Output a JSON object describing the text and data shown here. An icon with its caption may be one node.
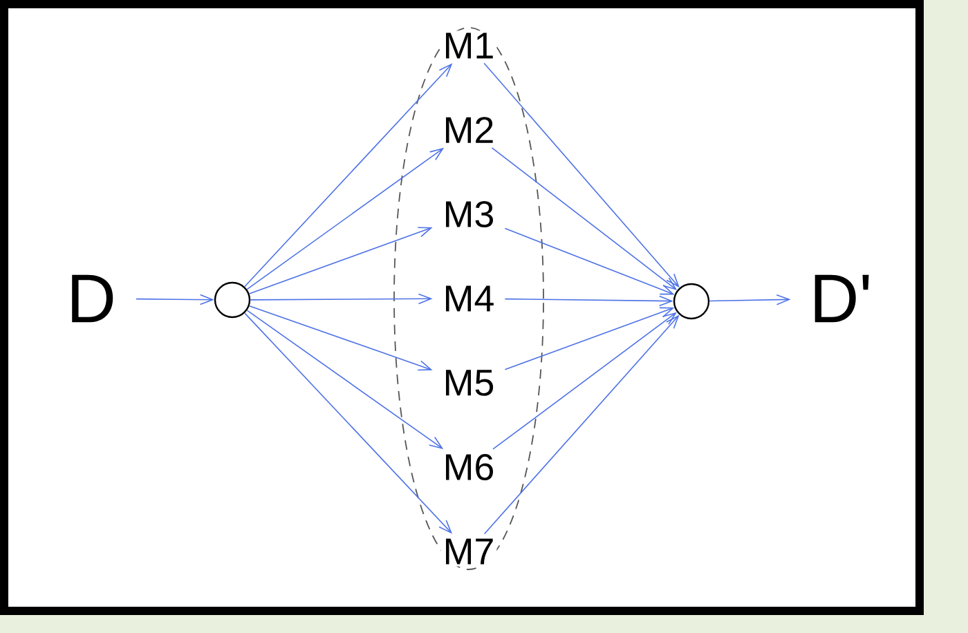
{
  "diagram": {
    "nodes": [
      {
        "text": [
          "D"
        ]
      },
      {
        "text": [],
        "shape": "circle"
      },
      {
        "text": [],
        "shape": "ellipse"
      },
      {
        "text": [
          "M1"
        ],
        "in": 2
      },
      {
        "text": [
          "M2"
        ],
        "in": 2
      },
      {
        "text": [
          "M3"
        ],
        "in": 2
      },
      {
        "text": [
          "M4"
        ],
        "in": 2
      },
      {
        "text": [
          "M5"
        ],
        "in": 2
      },
      {
        "text": [
          "M6"
        ],
        "in": 2
      },
      {
        "text": [
          "M7"
        ],
        "in": 2
      },
      {
        "text": [],
        "shape": "circle"
      },
      {
        "text": [
          "D'"
        ]
      }
    ],
    "edges": [
      {
        "from": 0,
        "to": 1,
        "arrow": "to"
      },
      {
        "from": 1,
        "to": 3,
        "arrow": "to"
      },
      {
        "from": 1,
        "to": 4,
        "arrow": "to"
      },
      {
        "from": 1,
        "to": 5,
        "arrow": "to"
      },
      {
        "from": 1,
        "to": 6,
        "arrow": "to"
      },
      {
        "from": 1,
        "to": 7,
        "arrow": "to"
      },
      {
        "from": 1,
        "to": 8,
        "arrow": "to"
      },
      {
        "from": 1,
        "to": 9,
        "arrow": "to"
      },
      {
        "from": 3,
        "to": 10,
        "arrow": "to"
      },
      {
        "from": 4,
        "to": 10,
        "arrow": "to"
      },
      {
        "from": 5,
        "to": 10,
        "arrow": "to"
      },
      {
        "from": 6,
        "to": 10,
        "arrow": "to"
      },
      {
        "from": 7,
        "to": 10,
        "arrow": "to"
      },
      {
        "from": 8,
        "to": 10,
        "arrow": "to"
      },
      {
        "from": 9,
        "to": 10,
        "arrow": "to"
      },
      {
        "from": 10,
        "to": 11,
        "arrow": "to"
      }
    ]
  }
}
